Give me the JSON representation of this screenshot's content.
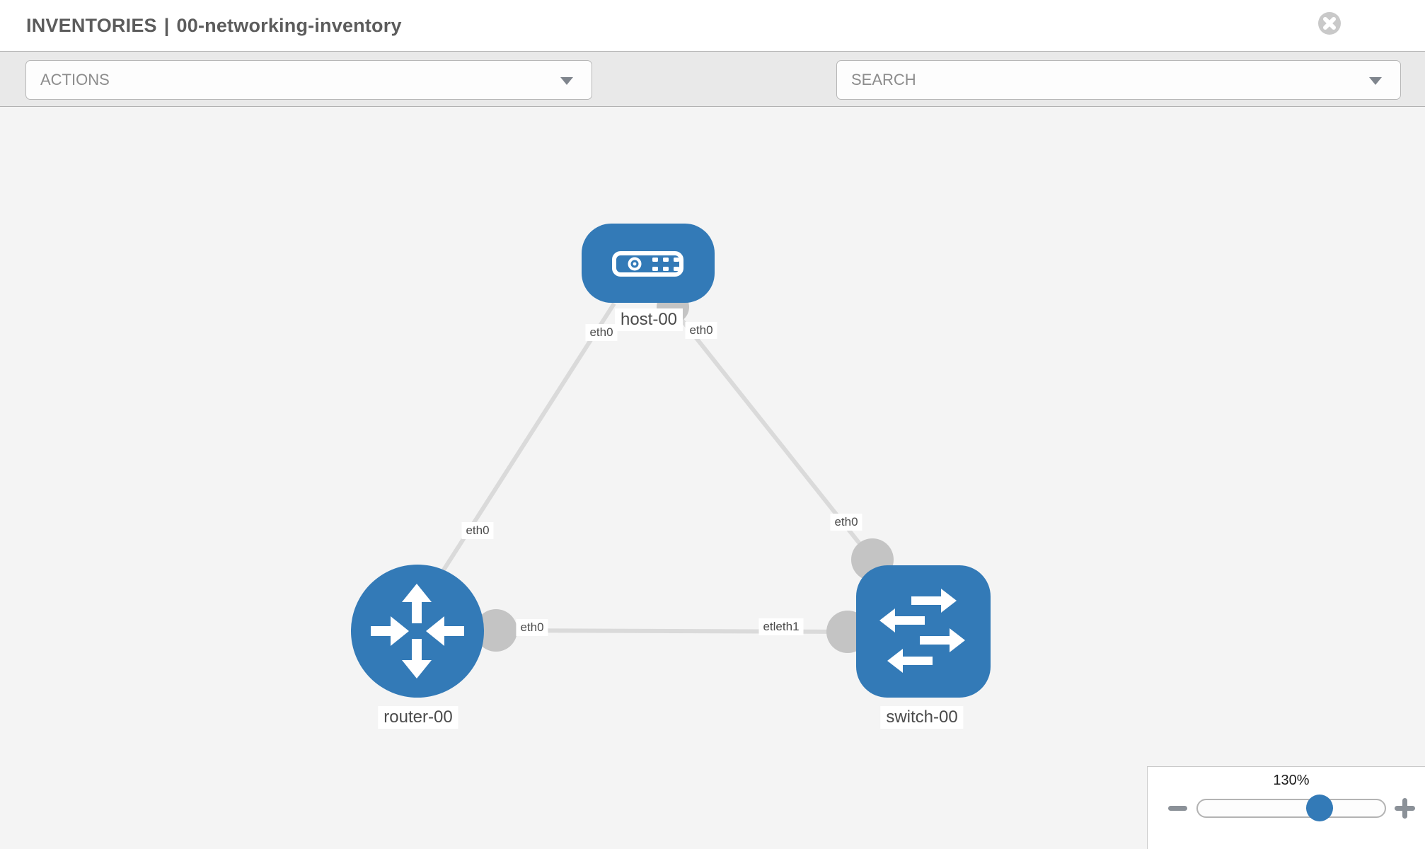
{
  "header": {
    "title_primary": "INVENTORIES",
    "title_separator": "|",
    "title_secondary": "00-networking-inventory",
    "close_icon": "close-circle-icon"
  },
  "toolbar": {
    "actions_label": "ACTIONS",
    "search_label": "SEARCH",
    "icons": [
      "wrench-icon",
      "key-icon",
      "chevron-down-icon"
    ]
  },
  "topology": {
    "nodes": [
      {
        "id": "host-00",
        "type": "host",
        "label": "host-00",
        "icon": "host-icon"
      },
      {
        "id": "router-00",
        "type": "router",
        "label": "router-00",
        "icon": "router-icon"
      },
      {
        "id": "switch-00",
        "type": "switch",
        "label": "switch-00",
        "icon": "switch-icon"
      }
    ],
    "links": [
      {
        "from": "host-00",
        "to": "router-00"
      },
      {
        "from": "host-00",
        "to": "switch-00"
      },
      {
        "from": "router-00",
        "to": "switch-00"
      }
    ],
    "interface_labels": [
      {
        "text": "eth0"
      },
      {
        "text": "eth0"
      },
      {
        "text": "eth0"
      },
      {
        "text": "eth0"
      },
      {
        "text": "eth0"
      },
      {
        "text": "etleth1"
      }
    ]
  },
  "zoom": {
    "level": "130%",
    "icons": [
      "zoom-out-icon",
      "zoom-in-icon"
    ]
  },
  "colors": {
    "node_blue": "#337ab7",
    "link_gray": "#dadada",
    "interface_gray": "#c4c4c4",
    "toolbar_bg": "#e9e9e9",
    "canvas_bg": "#f4f4f4",
    "title_gray": "#5c5c5c"
  }
}
